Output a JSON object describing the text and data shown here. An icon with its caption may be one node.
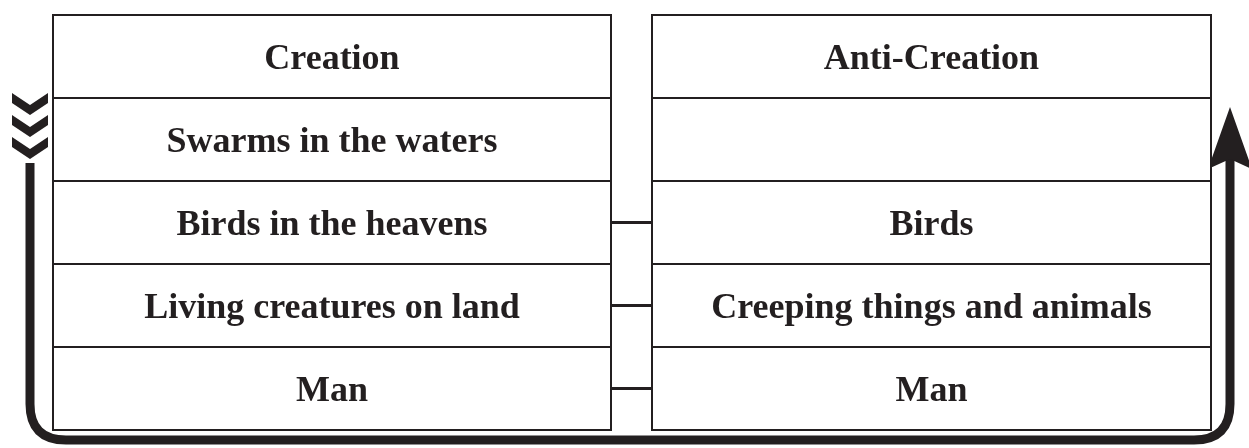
{
  "diagram": {
    "nodes": [
      {
        "text": [
          "Creation"
        ]
      },
      {
        "text": [
          "Swarms in the waters"
        ]
      },
      {
        "text": [
          "Birds in the heavens"
        ]
      },
      {
        "text": [
          "Living creatures on land"
        ]
      },
      {
        "text": [
          "Man"
        ]
      },
      {
        "text": [
          "Anti-Creation"
        ]
      },
      {
        "text": [],
        "shape": "box"
      },
      {
        "text": [
          "Birds"
        ]
      },
      {
        "text": [
          "Creeping things and animals"
        ]
      },
      {
        "text": [
          "Man"
        ]
      }
    ],
    "edges": [
      {
        "from": 2,
        "to": 7,
        "arrow": "none"
      },
      {
        "from": 3,
        "to": 8,
        "arrow": "none"
      },
      {
        "from": 4,
        "to": 9,
        "arrow": "none"
      },
      {
        "from": 1,
        "to": 6,
        "arrow": "to",
        "style": "thick"
      }
    ]
  }
}
